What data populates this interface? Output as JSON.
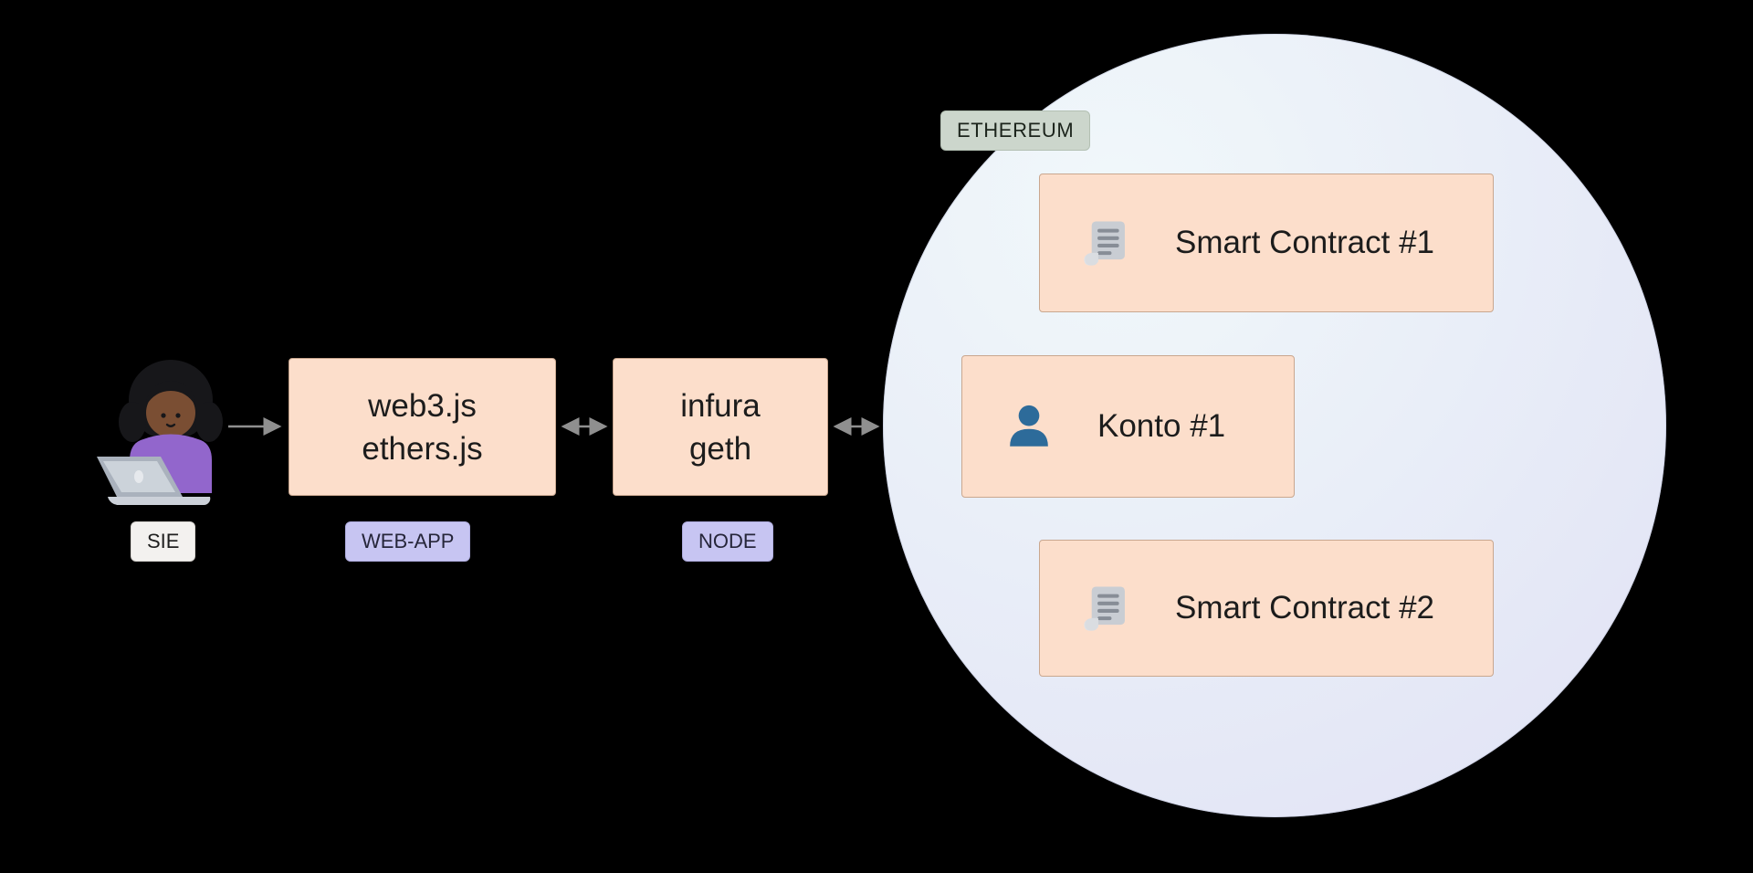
{
  "diagram": {
    "user": {
      "label": "SIE",
      "icon": "woman-technologist-dark-skin-tone"
    },
    "webapp": {
      "line1": "web3.js",
      "line2": "ethers.js",
      "label": "WEB-APP"
    },
    "node": {
      "line1": "infura",
      "line2": "geth",
      "label": "NODE"
    },
    "ethereum": {
      "label": "ETHEREUM",
      "items": [
        {
          "name": "Smart Contract #1",
          "icon": "scroll-icon"
        },
        {
          "name": "Konto #1",
          "icon": "person-icon"
        },
        {
          "name": "Smart Contract #2",
          "icon": "scroll-icon"
        }
      ]
    },
    "connections": [
      {
        "from": "user",
        "to": "webapp",
        "direction": "right"
      },
      {
        "from": "webapp",
        "to": "node",
        "direction": "both"
      },
      {
        "from": "node",
        "to": "ethereum",
        "direction": "both"
      }
    ],
    "colors": {
      "background": "#000000",
      "box_fill": "#fcdecb",
      "box_border": "#c9a78f",
      "tag_purple": "#c7c5f2",
      "tag_white": "#f3f1ef",
      "tag_green": "#ccd6cc",
      "circle_gradient_start": "#f1f8fa",
      "circle_gradient_end": "#e0e1f4",
      "arrow": "#8f8f8f",
      "person_icon": "#2d6b9a",
      "scroll_icon": "#c9cdd3"
    }
  }
}
